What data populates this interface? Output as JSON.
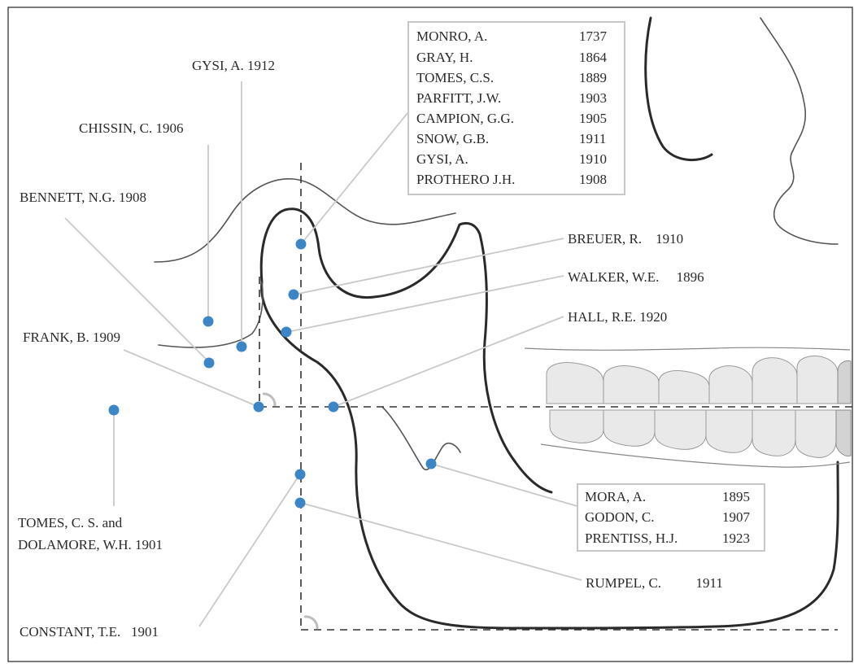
{
  "labels": {
    "gysi": "GYSI, A. 1912",
    "chissin": "CHISSIN, C. 1906",
    "bennett": "BENNETT, N.G. 1908",
    "frank": "FRANK, B. 1909",
    "tomes_line1": "TOMES, C. S. and",
    "tomes_line2": "DOLAMORE, W.H. 1901",
    "constant": "CONSTANT, T.E.   1901",
    "breuer": "BREUER, R.    1910",
    "walker": "WALKER, W.E.     1896",
    "hall": "HALL, R.E. 1920",
    "rumpel": "RUMPEL, C.          1911"
  },
  "top_list": [
    {
      "name": "MONRO, A.",
      "year": "1737"
    },
    {
      "name": "GRAY, H.",
      "year": "1864"
    },
    {
      "name": "TOMES, C.S.",
      "year": "1889"
    },
    {
      "name": "PARFITT, J.W.",
      "year": "1903"
    },
    {
      "name": "CAMPION, G.G.",
      "year": "1905"
    },
    {
      "name": "SNOW, G.B.",
      "year": "1911"
    },
    {
      "name": "GYSI, A.",
      "year": "1910"
    },
    {
      "name": "PROTHERO J.H.",
      "year": "1908"
    }
  ],
  "bottom_list": [
    {
      "name": "MORA, A.",
      "year": "1895"
    },
    {
      "name": "GODON, C.",
      "year": "1907"
    },
    {
      "name": "PRENTISS, H.J.",
      "year": "1923"
    }
  ],
  "colors": {
    "point": "#3d86c6",
    "leader": "#c9c9c9",
    "outline": "#2a2a2a"
  }
}
